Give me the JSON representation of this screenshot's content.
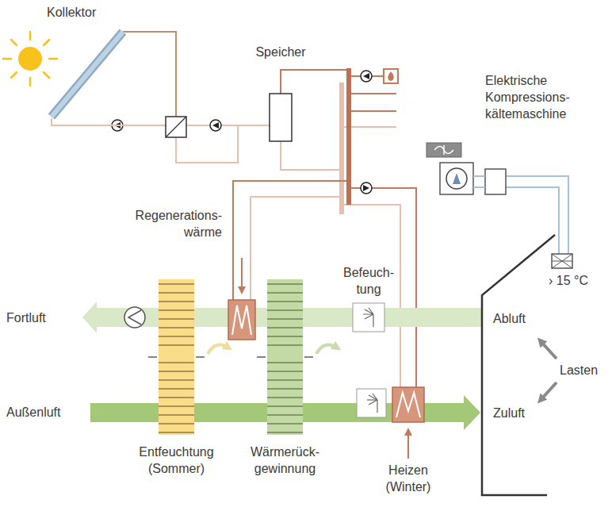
{
  "diagram": {
    "nodes": [
      {
        "text": [
          "Kollektor"
        ]
      },
      {
        "text": [
          "Speicher"
        ]
      },
      {
        "text": [
          "Elektrische Kompressions- kältemaschine"
        ]
      },
      {
        "text": [
          "Regenerations- wärme"
        ]
      },
      {
        "text": [
          "Befeuch- tung"
        ]
      },
      {
        "text": [
          "Entfeuchtung (Sommer)"
        ]
      },
      {
        "text": [
          "Wärmerück- gewinnung"
        ]
      },
      {
        "text": [
          "Heizen (Winter)"
        ]
      }
    ],
    "edges": [
      {
        "from": 0,
        "to": 1,
        "arrow": "none"
      }
    ],
    "labels": [
      "› 15 °C",
      "Fortluft",
      "Abluft",
      "Lasten",
      "Außenluft",
      "Zuluft"
    ]
  }
}
